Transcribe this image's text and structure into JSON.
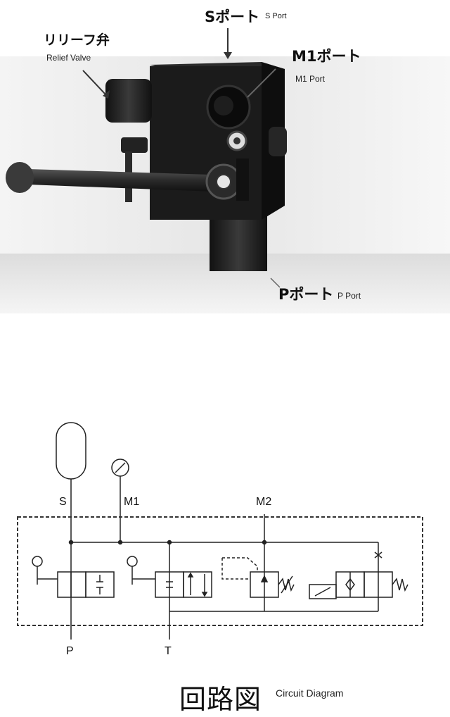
{
  "photo": {
    "labels": {
      "s_port": {
        "ja": "Sポート",
        "en": "S Port"
      },
      "relief_valve": {
        "ja": "リリーフ弁",
        "en": "Relief Valve"
      },
      "m1_port": {
        "ja": "M1ポート",
        "en": "M1 Port"
      },
      "p_port": {
        "ja": "Pポート",
        "en": "P Port"
      }
    },
    "colors": {
      "body": "#1a1a1a",
      "background": "#f2f2f2"
    }
  },
  "diagram": {
    "ports": {
      "s": "S",
      "m1": "M1",
      "m2": "M2",
      "p": "P",
      "t": "T"
    },
    "colors": {
      "line": "#222222",
      "boundary": "#333333"
    }
  },
  "footer": {
    "title_ja": "回路図",
    "title_en": "Circuit Diagram"
  }
}
